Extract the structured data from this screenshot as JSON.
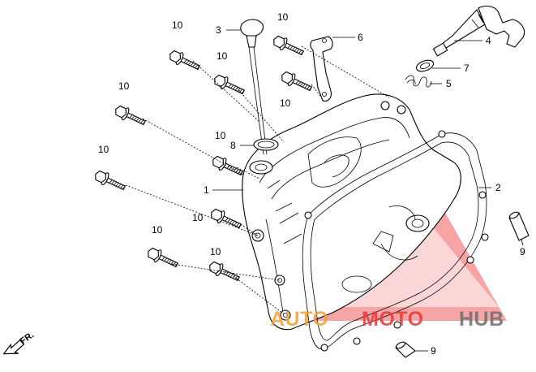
{
  "diagram": {
    "direction_label": "FR.",
    "callouts": [
      {
        "id": "c-bolt-top-left",
        "text": "10"
      },
      {
        "id": "c-dipstick",
        "text": "3"
      },
      {
        "id": "c-bolt-top-mid",
        "text": "10"
      },
      {
        "id": "c-bolt-top",
        "text": "10"
      },
      {
        "id": "c-bracket",
        "text": "6"
      },
      {
        "id": "c-cable",
        "text": "4"
      },
      {
        "id": "c-seal",
        "text": "7"
      },
      {
        "id": "c-spring",
        "text": "5"
      },
      {
        "id": "c-bolt-mid",
        "text": "10"
      },
      {
        "id": "c-bolt-left",
        "text": "10"
      },
      {
        "id": "c-oring",
        "text": "8"
      },
      {
        "id": "c-bolt-center",
        "text": "10"
      },
      {
        "id": "c-bolt-far-left",
        "text": "10"
      },
      {
        "id": "c-cover",
        "text": "1"
      },
      {
        "id": "c-gasket",
        "text": "2"
      },
      {
        "id": "c-bolt-lower",
        "text": "10"
      },
      {
        "id": "c-dowel-right",
        "text": "9"
      },
      {
        "id": "c-bolt-bottom-left",
        "text": "10"
      },
      {
        "id": "c-bolt-bottom",
        "text": "10"
      },
      {
        "id": "c-dowel-bottom",
        "text": "9"
      }
    ]
  },
  "watermark": {
    "text_left": "AUTO",
    "text_right": "MOTO",
    "text_hub": "HUB",
    "color_red": "#e53a3a",
    "color_orange": "#f0a23a",
    "color_gray": "#6d6d6d"
  }
}
